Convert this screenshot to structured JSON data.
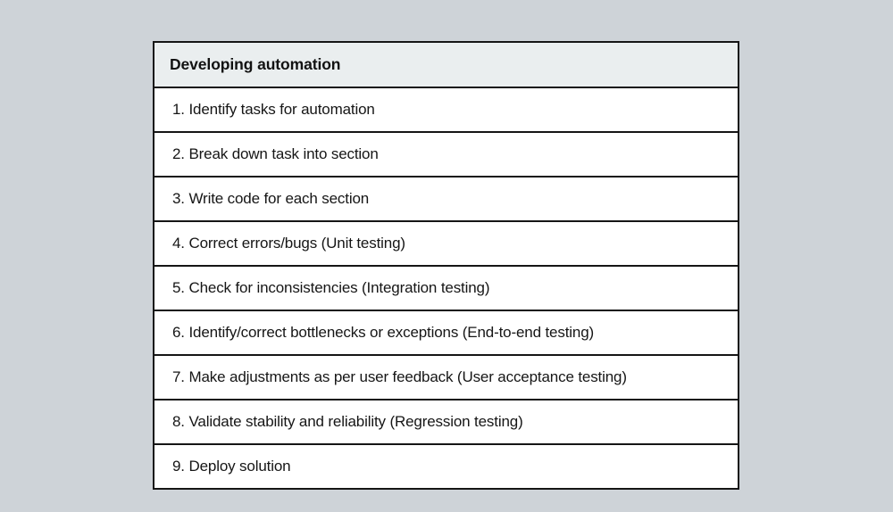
{
  "document": {
    "background_color": "#ced3d8",
    "table": {
      "header": {
        "title": "Developing automation",
        "background_color": "#eaeeef",
        "text_color": "#121212"
      },
      "border_color": "#151515",
      "row_background_color": "#ffffff",
      "steps": [
        {
          "number": "1.",
          "text": "Identify tasks for automation"
        },
        {
          "number": "2.",
          "text": "Break down task into section"
        },
        {
          "number": "3.",
          "text": "Write code for each section"
        },
        {
          "number": "4.",
          "text": "Correct errors/bugs (Unit testing)"
        },
        {
          "number": "5.",
          "text": "Check for inconsistencies (Integration testing)"
        },
        {
          "number": "6.",
          "text": "Identify/correct bottlenecks or exceptions (End-to-end testing)"
        },
        {
          "number": "7.",
          "text": "Make adjustments as per user feedback (User acceptance testing)"
        },
        {
          "number": "8.",
          "text": "Validate stability and reliability (Regression testing)"
        },
        {
          "number": "9.",
          "text": "Deploy solution"
        }
      ]
    }
  }
}
